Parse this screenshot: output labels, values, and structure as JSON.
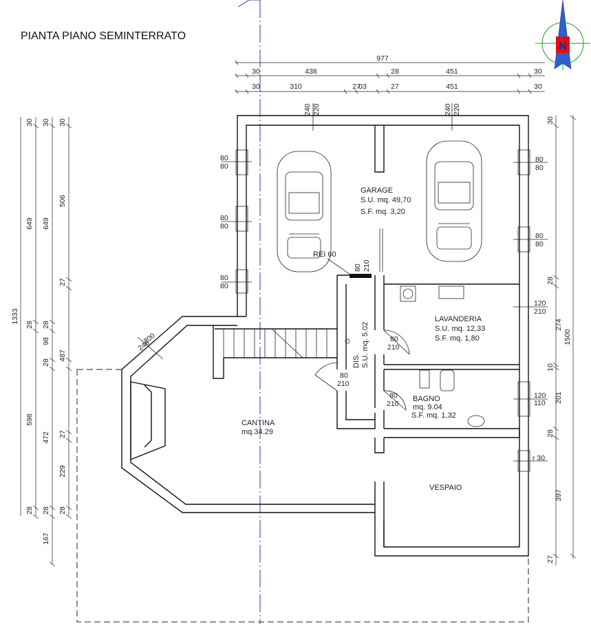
{
  "title": "PIANTA PIANO SEMINTERRATO",
  "north_label": "N",
  "dimensions_top": {
    "overall": "977",
    "row1": [
      "30",
      "438",
      "28",
      "451",
      "30"
    ],
    "row2": [
      "30",
      "310",
      "27",
      "03",
      "27",
      "451",
      "30"
    ]
  },
  "dimensions_left": {
    "col1": [
      "1333"
    ],
    "col2": [
      "30",
      "649",
      "28",
      "598",
      "28",
      "167"
    ],
    "col3": [
      "30",
      "649",
      "28",
      "98",
      "28",
      "472",
      "28"
    ],
    "col4": [
      "30",
      "506",
      "27",
      "487",
      "27",
      "229",
      "28"
    ]
  },
  "dimensions_right": {
    "outer": [
      "1500"
    ],
    "inner": [
      "30",
      "28",
      "274",
      "10",
      "201",
      "28",
      "397",
      "27"
    ]
  },
  "openings": {
    "garage_top_left": [
      "240",
      "220"
    ],
    "garage_top_right": [
      "240",
      "220"
    ],
    "garage_left_1": [
      "80",
      "80"
    ],
    "garage_left_2": [
      "80",
      "80"
    ],
    "garage_left_3": [
      "80",
      "80"
    ],
    "garage_right_1": [
      "80",
      "80"
    ],
    "garage_right_2": [
      "80",
      "80"
    ],
    "rei_door": [
      "80",
      "210"
    ],
    "cantina_diag": [
      "200",
      "240"
    ],
    "lav_door": [
      "80",
      "210"
    ],
    "dis_door": [
      "80",
      "210"
    ],
    "bagno_door": [
      "80",
      "210"
    ],
    "lav_window": [
      "120",
      "210"
    ],
    "bagno_window": [
      "120",
      "110"
    ],
    "vespaio_vent": "r 30"
  },
  "rooms": {
    "garage": {
      "name": "GARAGE",
      "su": "S.U. mq. 49,70",
      "sf": "S.F. mq. 3,20"
    },
    "rei": "REI 60",
    "lavanderia": {
      "name": "LAVANDERIA",
      "su": "S.U. mq. 12,33",
      "sf": "S.F. mq. 1,80"
    },
    "dis": {
      "name": "DIS.",
      "su": "S.U. mq. 5.02"
    },
    "bagno": {
      "name": "BAGNO",
      "mq": "mq. 9.04",
      "sf": "S.F. mq. 1,32"
    },
    "cantina": {
      "name": "CANTINA",
      "mq": "mq.34.29"
    },
    "vespaio": {
      "name": "VESPAIO"
    }
  },
  "colors": {
    "lines": "#111111",
    "axis": "#2a3aa8",
    "north_red": "#e01010",
    "north_green": "#18a018",
    "north_blue": "#3060d0"
  }
}
